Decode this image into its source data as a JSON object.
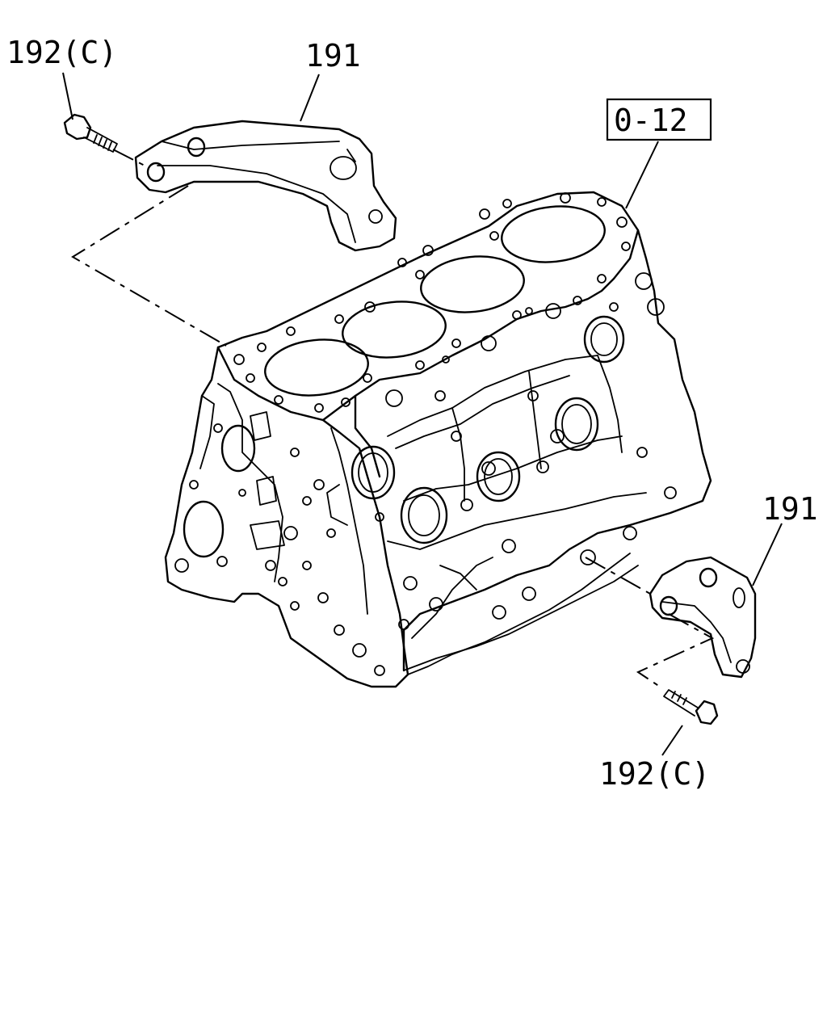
{
  "diagram": {
    "labels": {
      "bolt_top": "192(C)",
      "bracket_top": "191",
      "ref": "0-12",
      "bracket_right": "191",
      "bolt_bottom": "192(C)"
    }
  }
}
